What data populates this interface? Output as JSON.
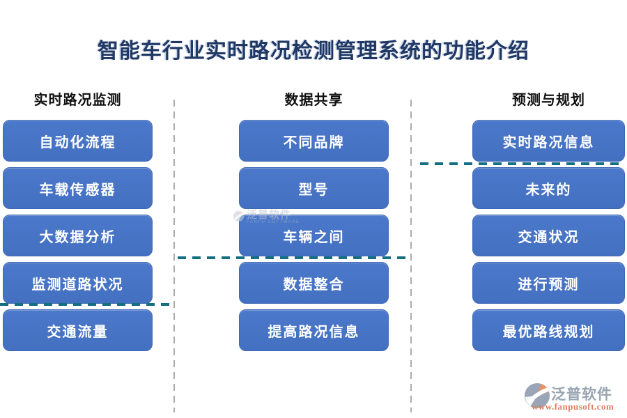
{
  "title": "智能车行业实时路况检测管理系统的功能介绍",
  "columns": [
    {
      "header": "实时路况监测",
      "items": [
        "自动化流程",
        "车载传感器",
        "大数据分析",
        "监测道路状况",
        "交通流量"
      ]
    },
    {
      "header": "数据共享",
      "items": [
        "不同品牌",
        "型号",
        "车辆之间",
        "数据整合",
        "提高路况信息"
      ]
    },
    {
      "header": "预测与规划",
      "items": [
        "实时路况信息",
        "未来的",
        "交通状况",
        "进行预测",
        "最优路线规划"
      ]
    }
  ],
  "watermark": {
    "brand": "泛普软件",
    "subtext": "FANPU SOFTWARE"
  },
  "footer": {
    "brand": "泛普软件",
    "url": "www.fanpusoft.com"
  },
  "colors": {
    "node_blue": "#4472C4",
    "title_navy": "#1F3864",
    "header_black": "#111111",
    "dash_teal": "#156F83",
    "dash_gray": "#ACACAC",
    "logo_gray": "#98A4B1",
    "logo_orange": "#DE7D5B"
  }
}
